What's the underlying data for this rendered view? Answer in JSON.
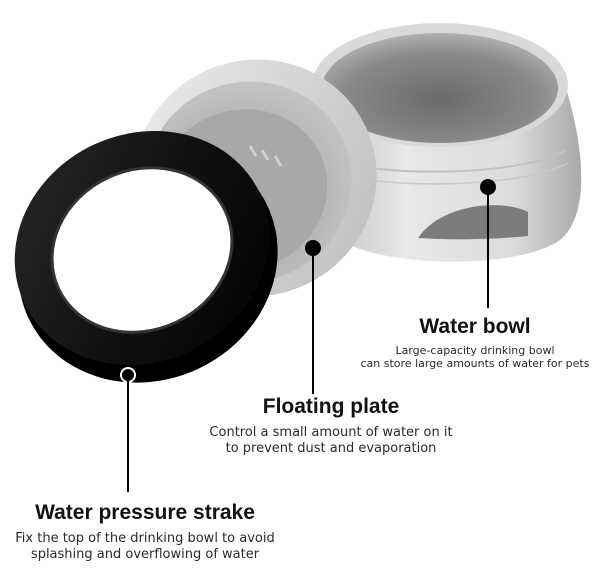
{
  "water_bowl": {
    "title": "Water bowl",
    "desc_line1": "Large-capacity drinking bowl",
    "desc_line2": "can store large amounts of water for pets"
  },
  "floating_plate": {
    "title": "Floating plate",
    "desc_line1": "Control a small amount of water on it",
    "desc_line2": "to prevent dust and evaporation"
  },
  "pressure_strake": {
    "title": "Water pressure strake",
    "desc_line1": "Fix the top of the drinking bowl to avoid",
    "desc_line2": "splashing and overflowing of water"
  }
}
